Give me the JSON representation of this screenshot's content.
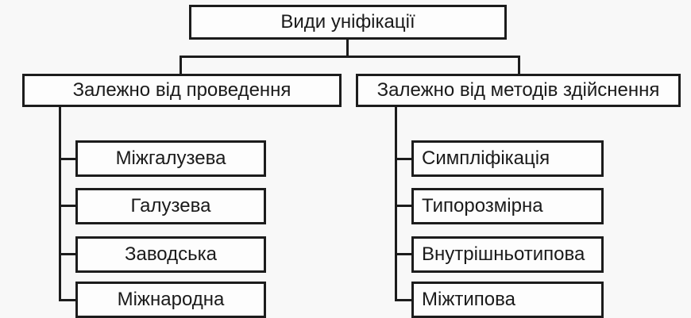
{
  "colors": {
    "background": "#f8f8f8",
    "box_fill": "#fdfdfd",
    "line": "#1c1c1c",
    "text": "#1a1a1a"
  },
  "diagram": {
    "root": {
      "label": "Види уніфікації"
    },
    "branches": [
      {
        "label": "Залежно від проведення",
        "children": [
          "Міжгалузева",
          "Галузева",
          "Заводська",
          "Міжнародна"
        ]
      },
      {
        "label": "Залежно від методів здійснення",
        "children": [
          "Симпліфікація",
          "Типорозмірна",
          "Внутрішньотипова",
          "Міжтипова"
        ]
      }
    ]
  }
}
